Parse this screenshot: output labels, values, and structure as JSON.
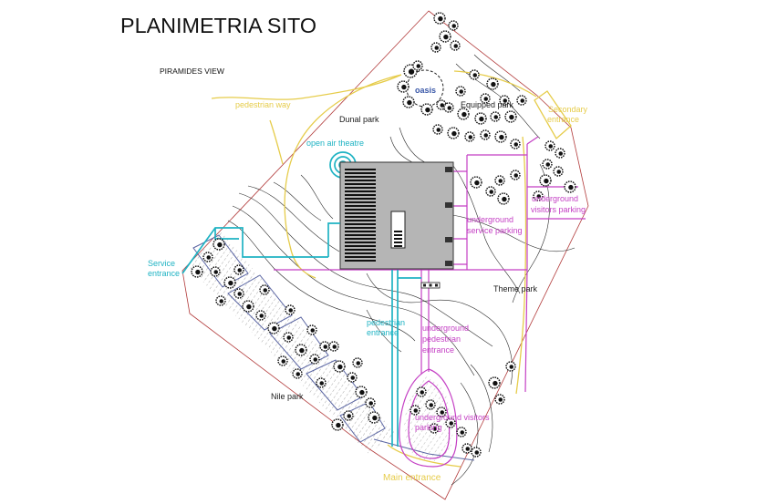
{
  "title": "PLANIMETRIA SITO",
  "view_label": "PIRAMIDES VIEW",
  "labels": {
    "pedestrian_way": [
      "pedestrian way"
    ],
    "dunal_park": [
      "Dunal park"
    ],
    "oasis": [
      "oasis"
    ],
    "equipped_park": [
      "Equipped park"
    ],
    "secondary_entrance": [
      "Secondary",
      "entrance"
    ],
    "open_air_theatre": [
      "open air theatre"
    ],
    "underground_visitors_parking_east": [
      "underground",
      "visitors parking"
    ],
    "underground_service_parking": [
      "underground",
      "service parking"
    ],
    "service_entrance": [
      "Service",
      "entrance"
    ],
    "theme_park": [
      "Theme park"
    ],
    "pedestrian_entrance": [
      "pedestrian",
      "entrance"
    ],
    "underground_pedestrian_entrance": [
      "underground",
      "pedestrian",
      "entrance"
    ],
    "nile_park": [
      "Nile park"
    ],
    "underground_visitors_parking_south": [
      "underground visitors",
      "parking"
    ],
    "main_entrance": [
      "Main entrance"
    ]
  },
  "colors": {
    "boundary": "#b23b3b",
    "pedestrian_routes": "#e6cc4a",
    "access_routes": "#1fb3c3",
    "underground": "#c43fc4",
    "oasis": "#3a58a8",
    "building": "#b5b5b5",
    "nile_park_outlines": "#5b66a3"
  }
}
